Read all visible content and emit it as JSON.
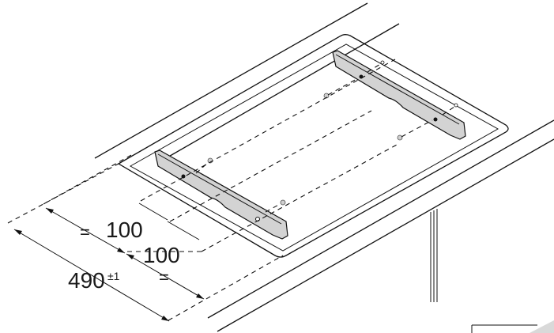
{
  "dimensions": {
    "overall_value": "490",
    "overall_tolerance": "±1",
    "spacing_1": "100",
    "spacing_2": "100",
    "equal_1": "=",
    "equal_2": "="
  },
  "colors": {
    "line": "#111111",
    "bracket_fill": "#d3d3d3",
    "background": "#ffffff"
  }
}
